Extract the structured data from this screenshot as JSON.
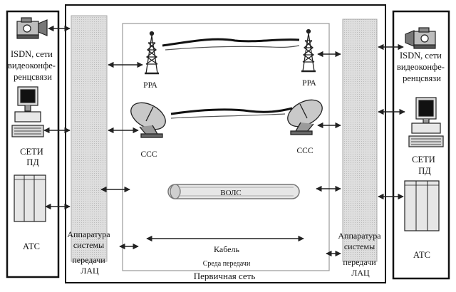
{
  "labels": {
    "left_services": [
      "ISDN, сети",
      "видеоконфе-",
      "ренцсвязи"
    ],
    "right_services": [
      "ISDN, сети",
      "видеоконфе-",
      "ренцсвязи"
    ],
    "left_data_net": [
      "СЕТИ",
      "ПД"
    ],
    "right_data_net": [
      "СЕТИ",
      "ПД"
    ],
    "left_ats": "АТС",
    "right_ats": "АТС",
    "rra_left": "РРА",
    "rra_right": "РРА",
    "sss_left": "ССС",
    "sss_right": "ССС",
    "fiber": "ВОЛС",
    "cable": "Кабель",
    "medium": "Среда передачи",
    "primary_network": "Первичная сеть",
    "equipment_left": [
      "Аппаратура",
      "системы",
      "передачи",
      "ЛАЦ"
    ],
    "equipment_right": [
      "Аппаратура",
      "системы",
      "передачи",
      "ЛАЦ"
    ]
  },
  "colors": {
    "frame": "#111111",
    "equipment_fill": "#d8d8d8",
    "medium_border": "#9a9a9a",
    "medium_text": "#8a8a8a",
    "arrow": "#222222"
  }
}
